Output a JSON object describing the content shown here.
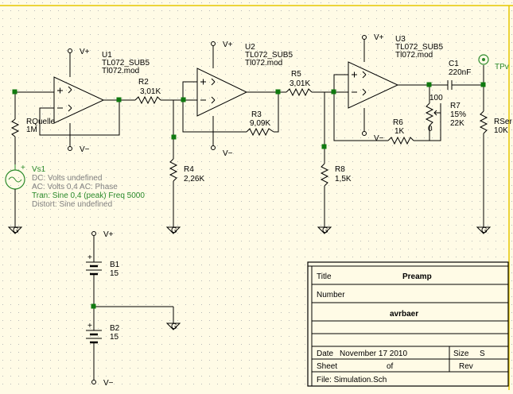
{
  "labels": {
    "u1": {
      "ref": "U1",
      "model": "TL072_SUB5",
      "file": "Tl072.mod",
      "vplus": "V+",
      "vminus": "V−"
    },
    "u2": {
      "ref": "U2",
      "model": "TL072_SUB5",
      "file": "Tl072.mod",
      "vplus": "V+",
      "vminus": "V−"
    },
    "u3": {
      "ref": "U3",
      "model": "TL072_SUB5",
      "file": "Tl072.mod",
      "vplus": "V+",
      "vminus": "V−"
    },
    "rquelle": {
      "ref": "RQuelle",
      "value": "1M"
    },
    "vs1": {
      "plus": "+",
      "ref": "Vs1",
      "dc": "DC: Volts undefined",
      "ac": "AC: Volts 0,4 AC: Phase",
      "tran": "Tran: Sine 0,4 (peak) Freq 5000",
      "distort": "Distort: Sine undefined"
    },
    "r2": {
      "ref": "R2",
      "value": "3,01K"
    },
    "r3": {
      "ref": "R3",
      "value": "9,09K"
    },
    "r4": {
      "ref": "R4",
      "value": "2,26K"
    },
    "r5": {
      "ref": "R5",
      "value": "3,01K"
    },
    "r6": {
      "ref": "R6",
      "value": "1K"
    },
    "r7": {
      "ref": "R7",
      "percent": "15%",
      "value": "22K",
      "top": "100",
      "bottom": "0"
    },
    "r8": {
      "ref": "R8",
      "value": "1,5K"
    },
    "c1": {
      "ref": "C1",
      "value": "220nF"
    },
    "tpv": "TPv",
    "rser": {
      "ref": "RSer",
      "value": "10K"
    },
    "b1": {
      "ref": "B1",
      "value": "15",
      "vplus": "V+",
      "plus": "+"
    },
    "b2": {
      "ref": "B2",
      "value": "15",
      "vminus": "V−",
      "plus": "+"
    }
  },
  "title_block": {
    "title_label": "Title",
    "title_value": "Preamp",
    "number_label": "Number",
    "author": "avrbaer",
    "date_label": "Date",
    "date_value": "November 17 2010",
    "size_label": "Size",
    "size_value": "S",
    "sheet_label": "Sheet",
    "of_label": "of",
    "rev_label": "Rev",
    "file": "File: Simulation.Sch"
  },
  "colors": {
    "background": "#fffbe6",
    "grid_dot": "#b9b9b9",
    "border": "#e6c800",
    "junction": "#0f7a0f",
    "source": "#2a8a2a",
    "undefined_text": "#808080"
  }
}
